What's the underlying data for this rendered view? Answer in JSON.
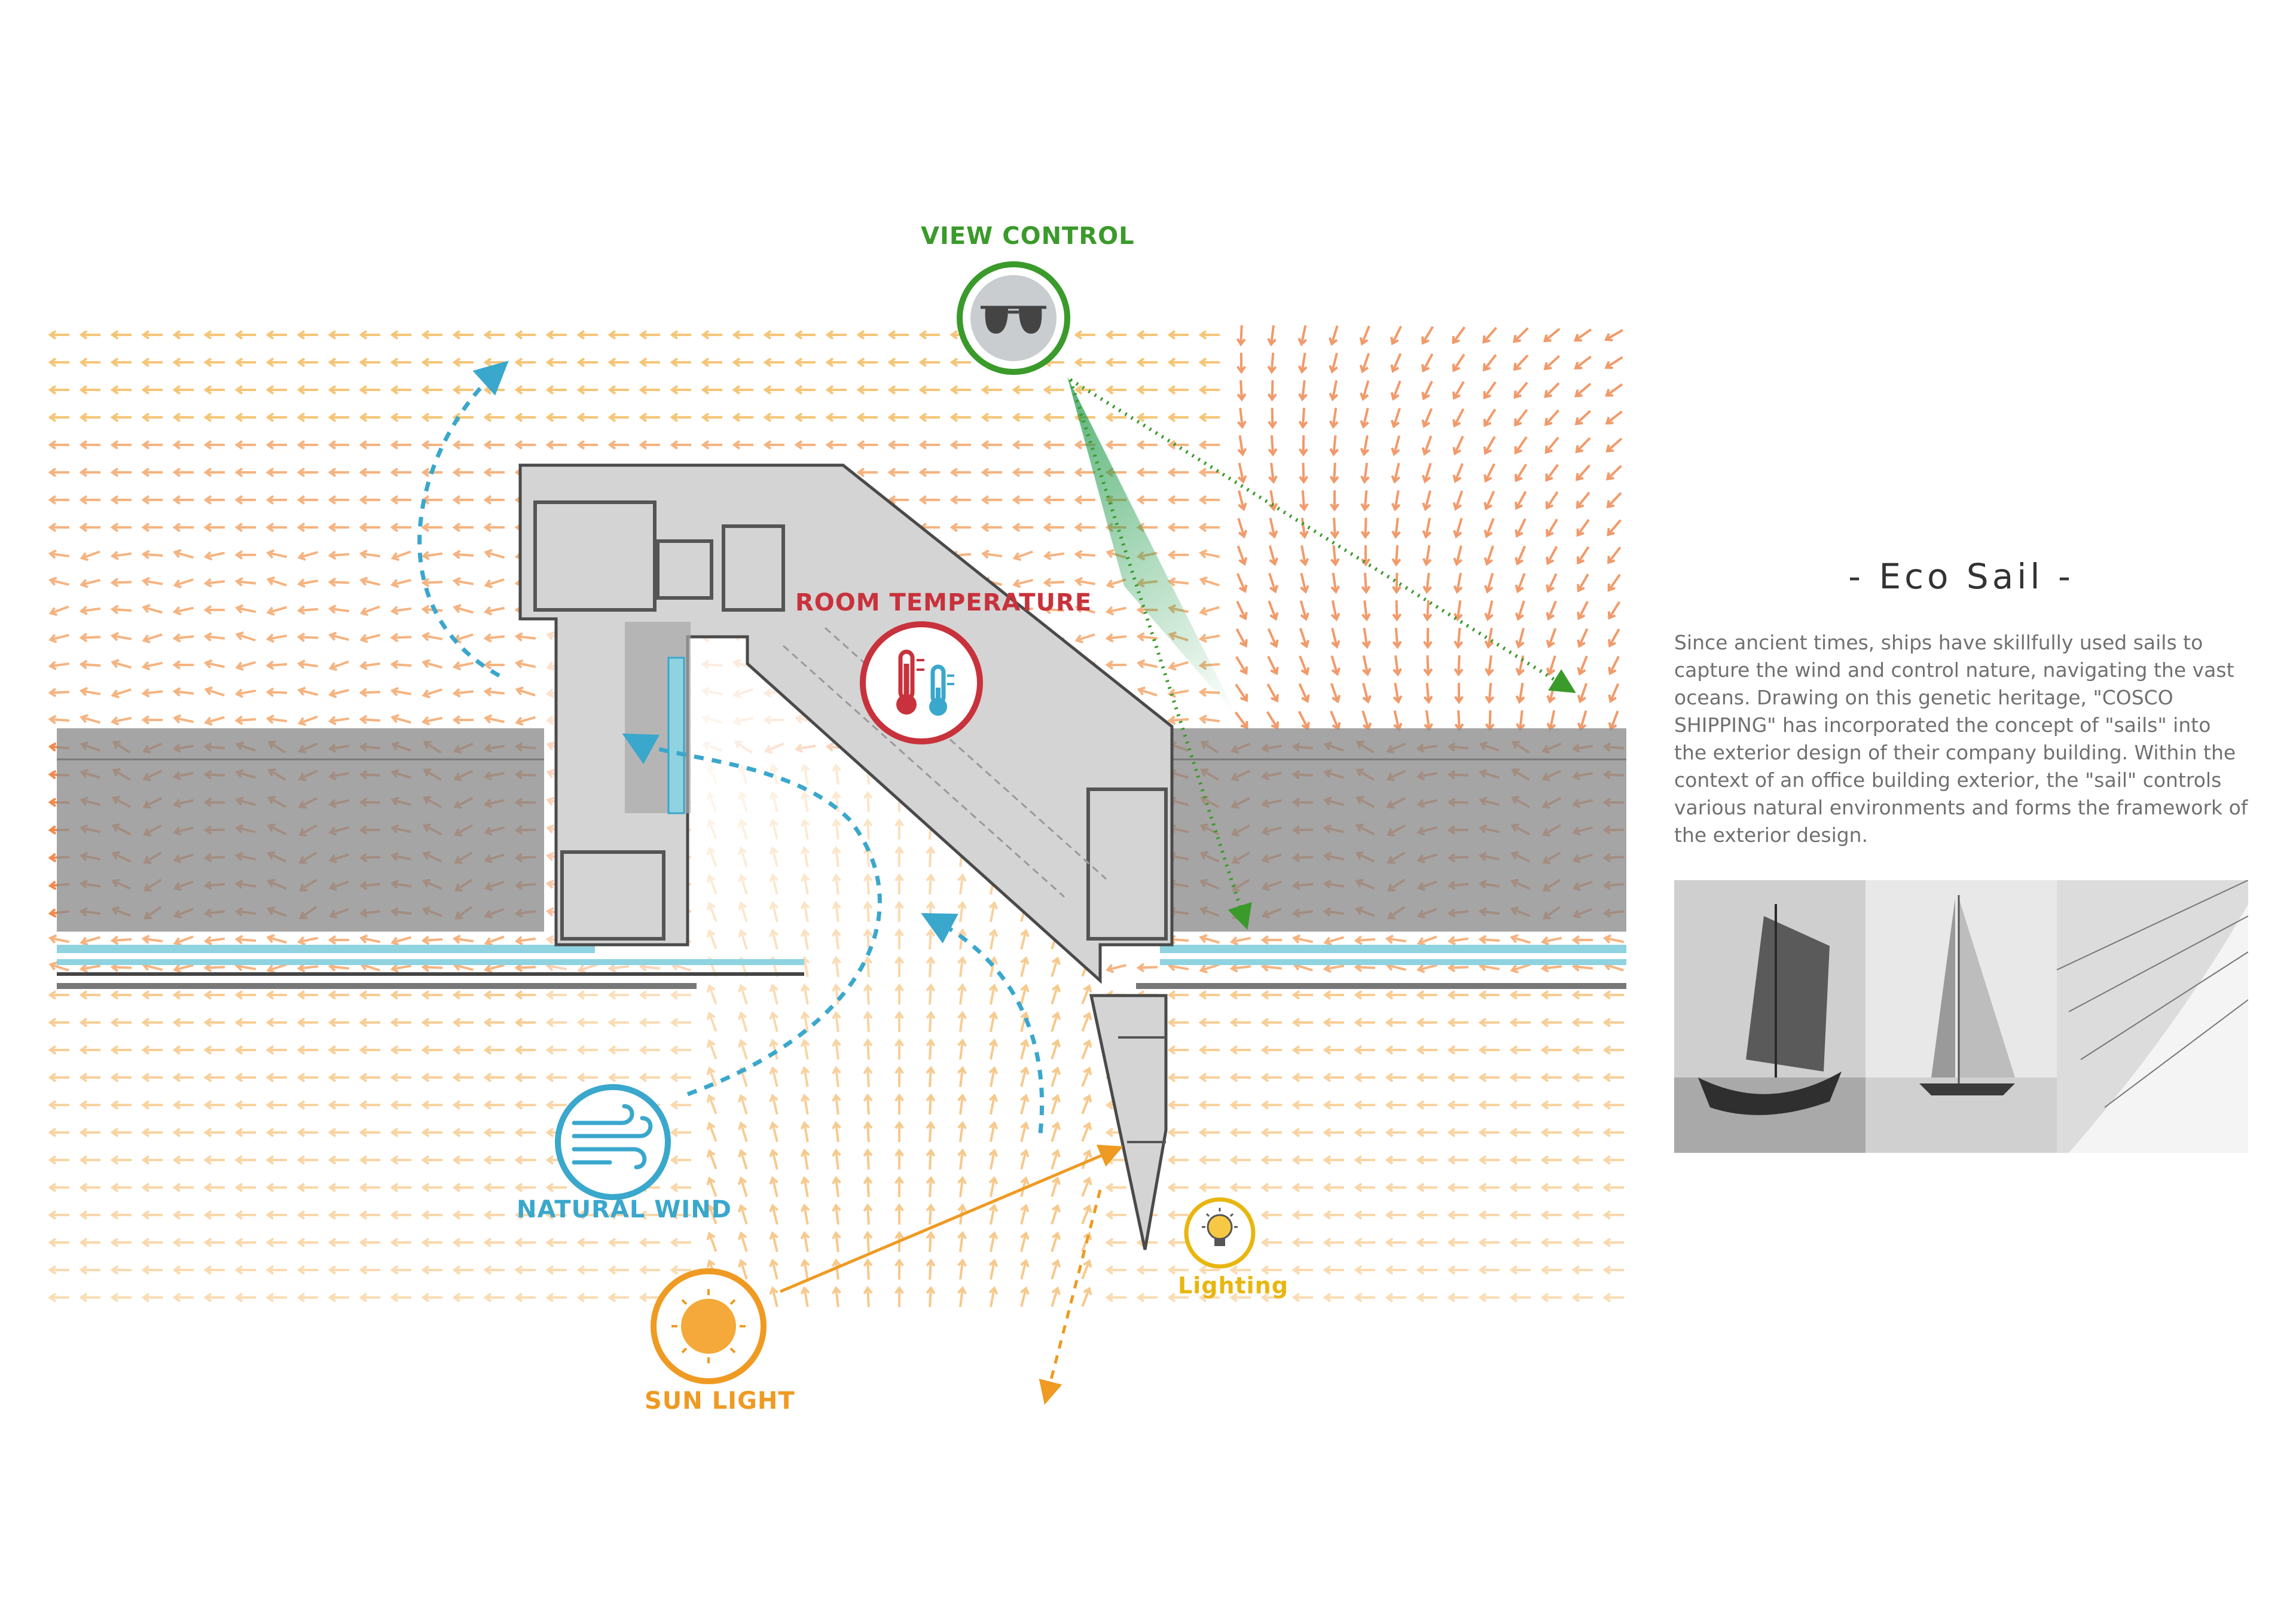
{
  "labels": {
    "view_control": "VIEW CONTROL",
    "room_temperature": "ROOM TEMPERATURE",
    "natural_wind": "NATURAL WIND",
    "sun_light": "SUN LIGHT",
    "lighting": "Lighting"
  },
  "icons": {
    "view": "sunglasses-icon",
    "temperature": "thermometer-icon",
    "wind": "wind-icon",
    "sun": "sun-icon",
    "lighting": "light-bulb-icon"
  },
  "colors": {
    "view": "#3a9a2a",
    "temperature": "#c8323c",
    "wind": "#3aa7cc",
    "sun": "#ef9a22",
    "lighting": "#e8b60e"
  },
  "sidebar": {
    "title": "- Eco Sail -",
    "description": "Since ancient times, ships have skillfully used sails to capture the wind and control nature, navigating the vast oceans. Drawing on this genetic heritage, \"COSCO SHIPPING\" has incorporated the concept of \"sails\" into the exterior design of their company building. Within the context of an office building exterior, the \"sail\" controls various natural environments and forms the framework of the exterior design."
  },
  "photos": [
    "junk-sail-photo",
    "sailboat-photo",
    "sail-closeup-photo"
  ]
}
